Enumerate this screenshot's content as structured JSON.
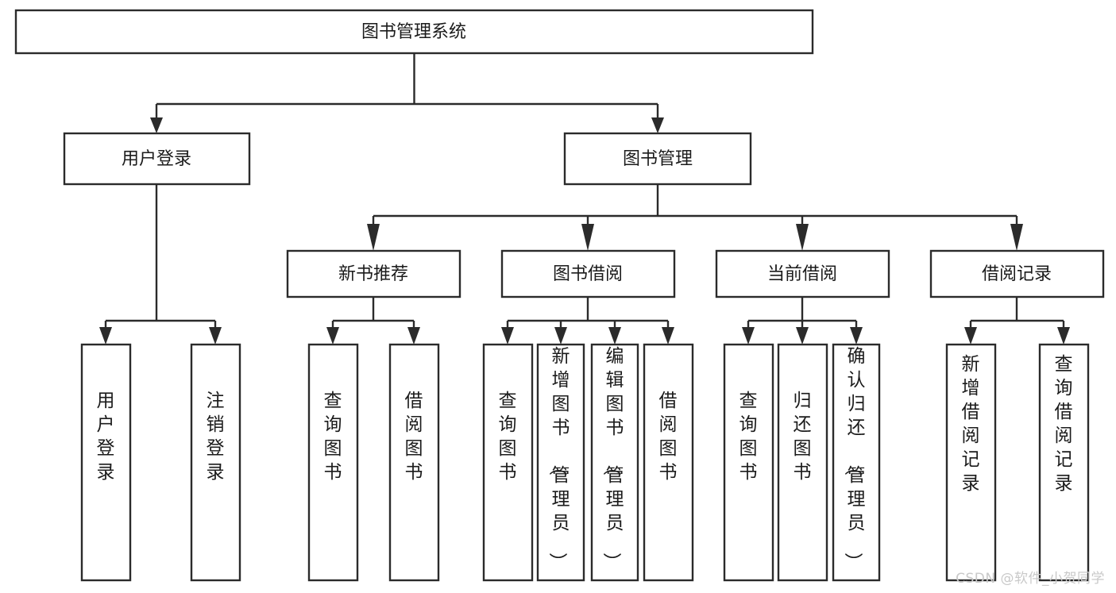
{
  "diagram": {
    "type": "tree-hierarchy-flowchart",
    "title": "图书管理系统",
    "watermark": "CSDN @软件_小贺同学",
    "levels": {
      "root": {
        "id": "root",
        "label": "图书管理系统"
      },
      "level2": [
        {
          "id": "user-login",
          "label": "用户登录"
        },
        {
          "id": "book-management",
          "label": "图书管理"
        }
      ],
      "level3": [
        {
          "id": "new-book-recommend",
          "label": "新书推荐",
          "parent": "book-management"
        },
        {
          "id": "book-borrow",
          "label": "图书借阅",
          "parent": "book-management"
        },
        {
          "id": "current-borrow",
          "label": "当前借阅",
          "parent": "book-management"
        },
        {
          "id": "borrow-record",
          "label": "借阅记录",
          "parent": "book-management"
        }
      ],
      "leaves": [
        {
          "id": "leaf-user-login",
          "label": "用户登录",
          "parent": "user-login"
        },
        {
          "id": "leaf-logout-login",
          "label": "注销登录",
          "parent": "user-login"
        },
        {
          "id": "leaf-query-book-1",
          "label": "查询图书",
          "parent": "new-book-recommend"
        },
        {
          "id": "leaf-borrow-book-1",
          "label": "借阅图书",
          "parent": "new-book-recommend"
        },
        {
          "id": "leaf-query-book-2",
          "label": "查询图书",
          "parent": "book-borrow"
        },
        {
          "id": "leaf-add-book",
          "label": "新增图书（管理员）",
          "parent": "book-borrow"
        },
        {
          "id": "leaf-edit-book",
          "label": "编辑图书（管理员）",
          "parent": "book-borrow"
        },
        {
          "id": "leaf-borrow-book-2",
          "label": "借阅图书",
          "parent": "book-borrow"
        },
        {
          "id": "leaf-query-book-3",
          "label": "查询图书",
          "parent": "current-borrow"
        },
        {
          "id": "leaf-return-book",
          "label": "归还图书",
          "parent": "current-borrow"
        },
        {
          "id": "leaf-confirm-return",
          "label": "确认归还（管理员）",
          "parent": "current-borrow"
        },
        {
          "id": "leaf-add-record",
          "label": "新增借阅记录",
          "parent": "borrow-record"
        },
        {
          "id": "leaf-query-record",
          "label": "查询借阅记录",
          "parent": "borrow-record"
        }
      ]
    },
    "colors": {
      "box_stroke": "#2b2b2b",
      "box_fill": "#ffffff",
      "text": "#1b1b1b",
      "connector": "#2b2b2b",
      "watermark": "#c9c9c9",
      "background": "#ffffff"
    }
  }
}
